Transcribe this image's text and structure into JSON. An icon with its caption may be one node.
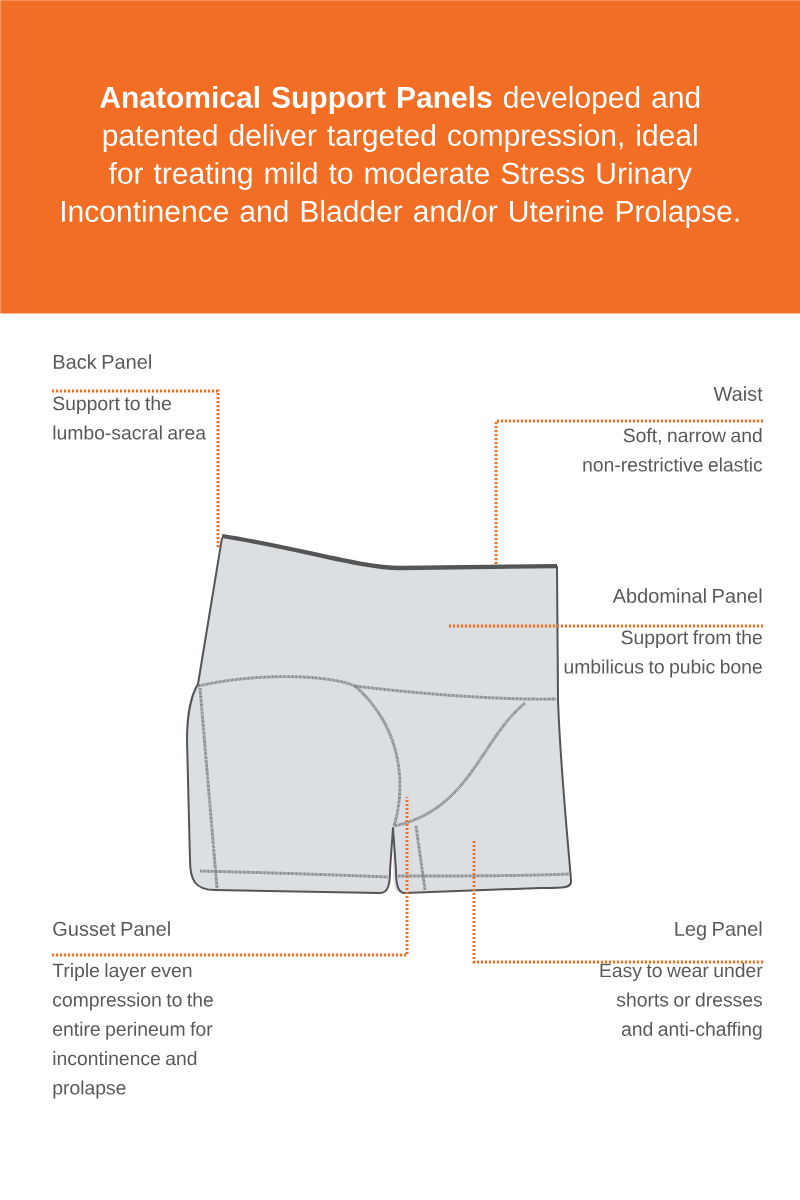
{
  "diagram": {
    "title": "**Anatomical Support Panels** developed and patented deliver targeted compression, ideal for treating mild to moderate Stress Urinary Incontinence and Bladder and/or Uterine Prolapse.",
    "nodes": [
      {
        "text": [
          "Back Panel",
          "Support to the lumbo-sacral area"
        ]
      },
      {
        "text": [
          "Waist",
          "Soft, narrow and non-restrictive elastic"
        ]
      },
      {
        "text": [
          "Abdominal Panel",
          "Support from the umbilicus to pubic bone"
        ]
      },
      {
        "text": [
          "Gusset Panel",
          "Triple layer even compression to the entire perineum for incontinence and prolapse"
        ]
      },
      {
        "text": [
          "Leg Panel",
          "Easy to wear under shorts or dresses and anti-chaffing"
        ]
      },
      {
        "text": [],
        "shape": "picture"
      }
    ],
    "edges": [
      {
        "from": 0,
        "to": 5,
        "arrow": "none",
        "style": "dashed"
      },
      {
        "from": 1,
        "to": 5,
        "arrow": "none",
        "style": "dashed"
      },
      {
        "from": 2,
        "to": 5,
        "arrow": "none",
        "style": "dashed"
      },
      {
        "from": 3,
        "to": 5,
        "arrow": "none",
        "style": "dashed"
      },
      {
        "from": 4,
        "to": 5,
        "arrow": "none",
        "style": "dashed"
      }
    ]
  }
}
